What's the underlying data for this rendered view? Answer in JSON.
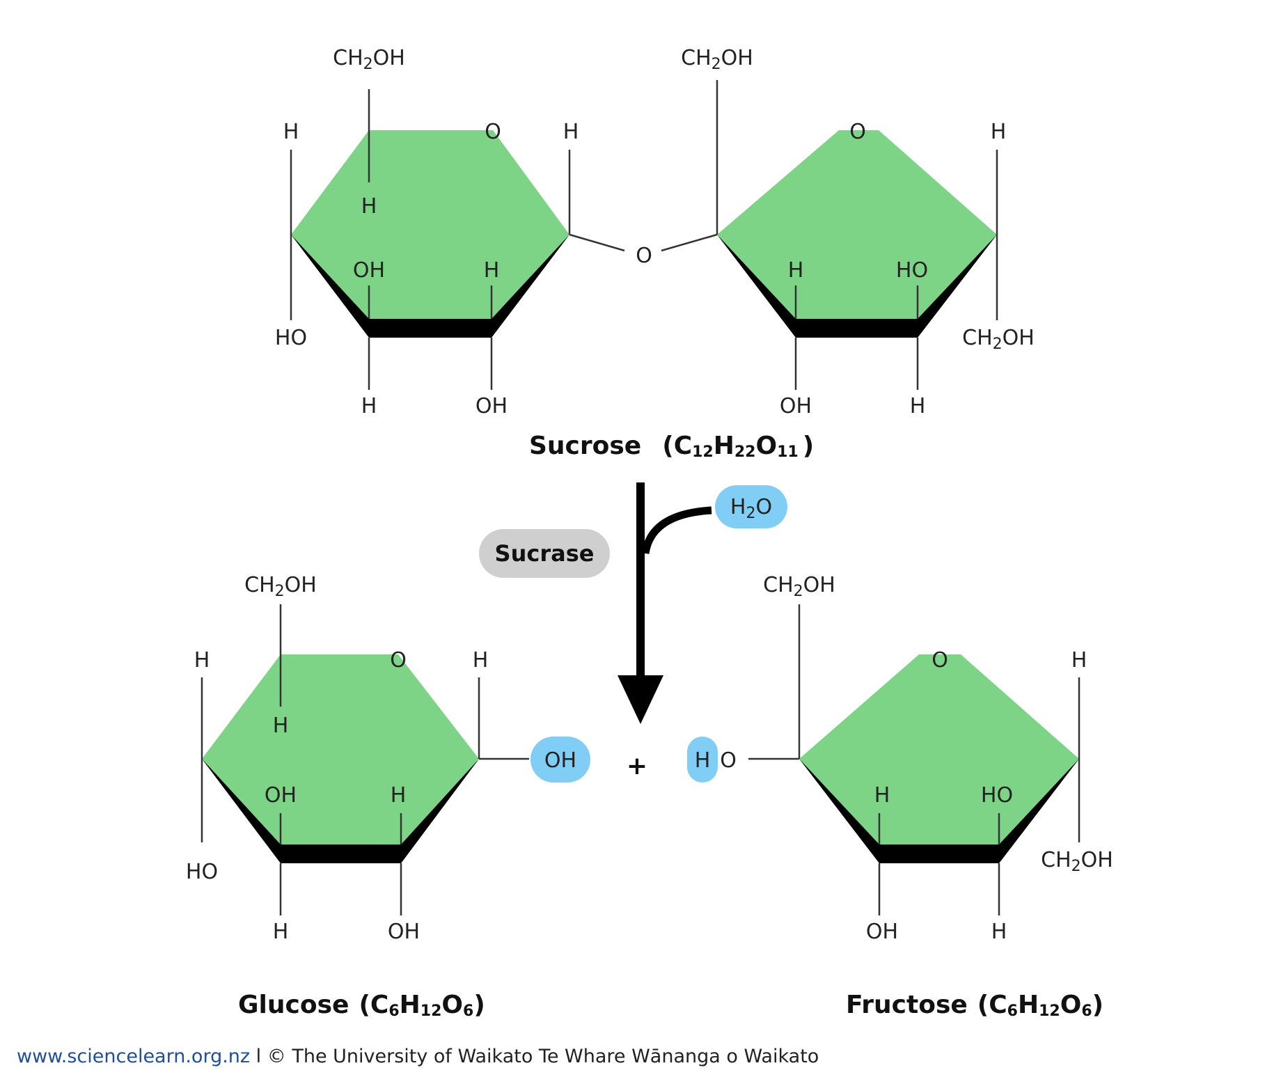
{
  "colors": {
    "ring_fill": "#7dd487",
    "ring_edge": "#000000",
    "highlight": "#80cdf5",
    "enzyme_bg": "#cfcfcf",
    "link": "#1f4f9a"
  },
  "atoms": {
    "ch2oh_ch": "CH",
    "ch2oh_2": "2",
    "ch2oh_oh": "OH",
    "h": "H",
    "o": "O",
    "oh": "OH",
    "ho": "HO"
  },
  "sucrose": {
    "name": "Sucrose",
    "formula_open": "(",
    "c": "C",
    "c_sub": "12",
    "h": "H",
    "h_sub": "22",
    "o": "O",
    "o_sub": "11",
    "formula_close": ")"
  },
  "reaction": {
    "enzyme": "Sucrase",
    "water_h": "H",
    "water_sub": "2",
    "water_o": "O",
    "plus": "+"
  },
  "glucose": {
    "name": "Glucose",
    "formula_open": "(",
    "c": "C",
    "c_sub": "6",
    "h": "H",
    "h_sub": "12",
    "o": "O",
    "o_sub": "6",
    "formula_close": ")"
  },
  "fructose": {
    "name": "Fructose",
    "formula_open": "(",
    "c": "C",
    "c_sub": "6",
    "h": "H",
    "h_sub": "12",
    "o": "O",
    "o_sub": "6",
    "formula_close": ")"
  },
  "footer": {
    "url": "www.sciencelearn.org.nz",
    "separator": " l ",
    "credit": "© The University of Waikato Te Whare Wānanga o Waikato"
  }
}
